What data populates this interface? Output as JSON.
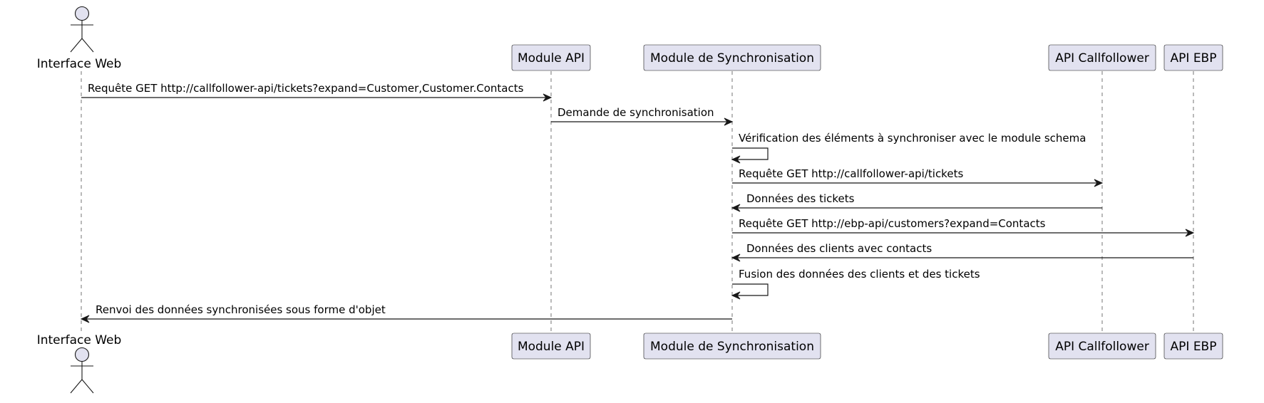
{
  "colors": {
    "participant_fill": "#E2E2F0",
    "line": "#181818",
    "text": "#000000",
    "background": "#FFFFFF"
  },
  "participants": [
    {
      "id": "web",
      "label": "Interface Web",
      "kind": "actor"
    },
    {
      "id": "api",
      "label": "Module API",
      "kind": "participant"
    },
    {
      "id": "sync",
      "label": "Module de Synchronisation",
      "kind": "participant"
    },
    {
      "id": "callfollower",
      "label": "API Callfollower",
      "kind": "participant"
    },
    {
      "id": "ebp",
      "label": "API EBP",
      "kind": "participant"
    }
  ],
  "messages": [
    {
      "from": "web",
      "to": "api",
      "label": "Requête GET http://callfollower-api/tickets?expand=Customer,Customer.Contacts"
    },
    {
      "from": "api",
      "to": "sync",
      "label": "Demande de synchronisation"
    },
    {
      "from": "sync",
      "to": "sync",
      "label": "Vérification des éléments à synchroniser avec le module schema"
    },
    {
      "from": "sync",
      "to": "callfollower",
      "label": "Requête GET http://callfollower-api/tickets"
    },
    {
      "from": "callfollower",
      "to": "sync",
      "label": "Données des tickets"
    },
    {
      "from": "sync",
      "to": "ebp",
      "label": "Requête GET http://ebp-api/customers?expand=Contacts"
    },
    {
      "from": "ebp",
      "to": "sync",
      "label": "Données des clients avec contacts"
    },
    {
      "from": "sync",
      "to": "sync",
      "label": "Fusion des données des clients et des tickets"
    },
    {
      "from": "sync",
      "to": "web",
      "label": "Renvoi des données synchronisées sous forme d'objet"
    }
  ]
}
